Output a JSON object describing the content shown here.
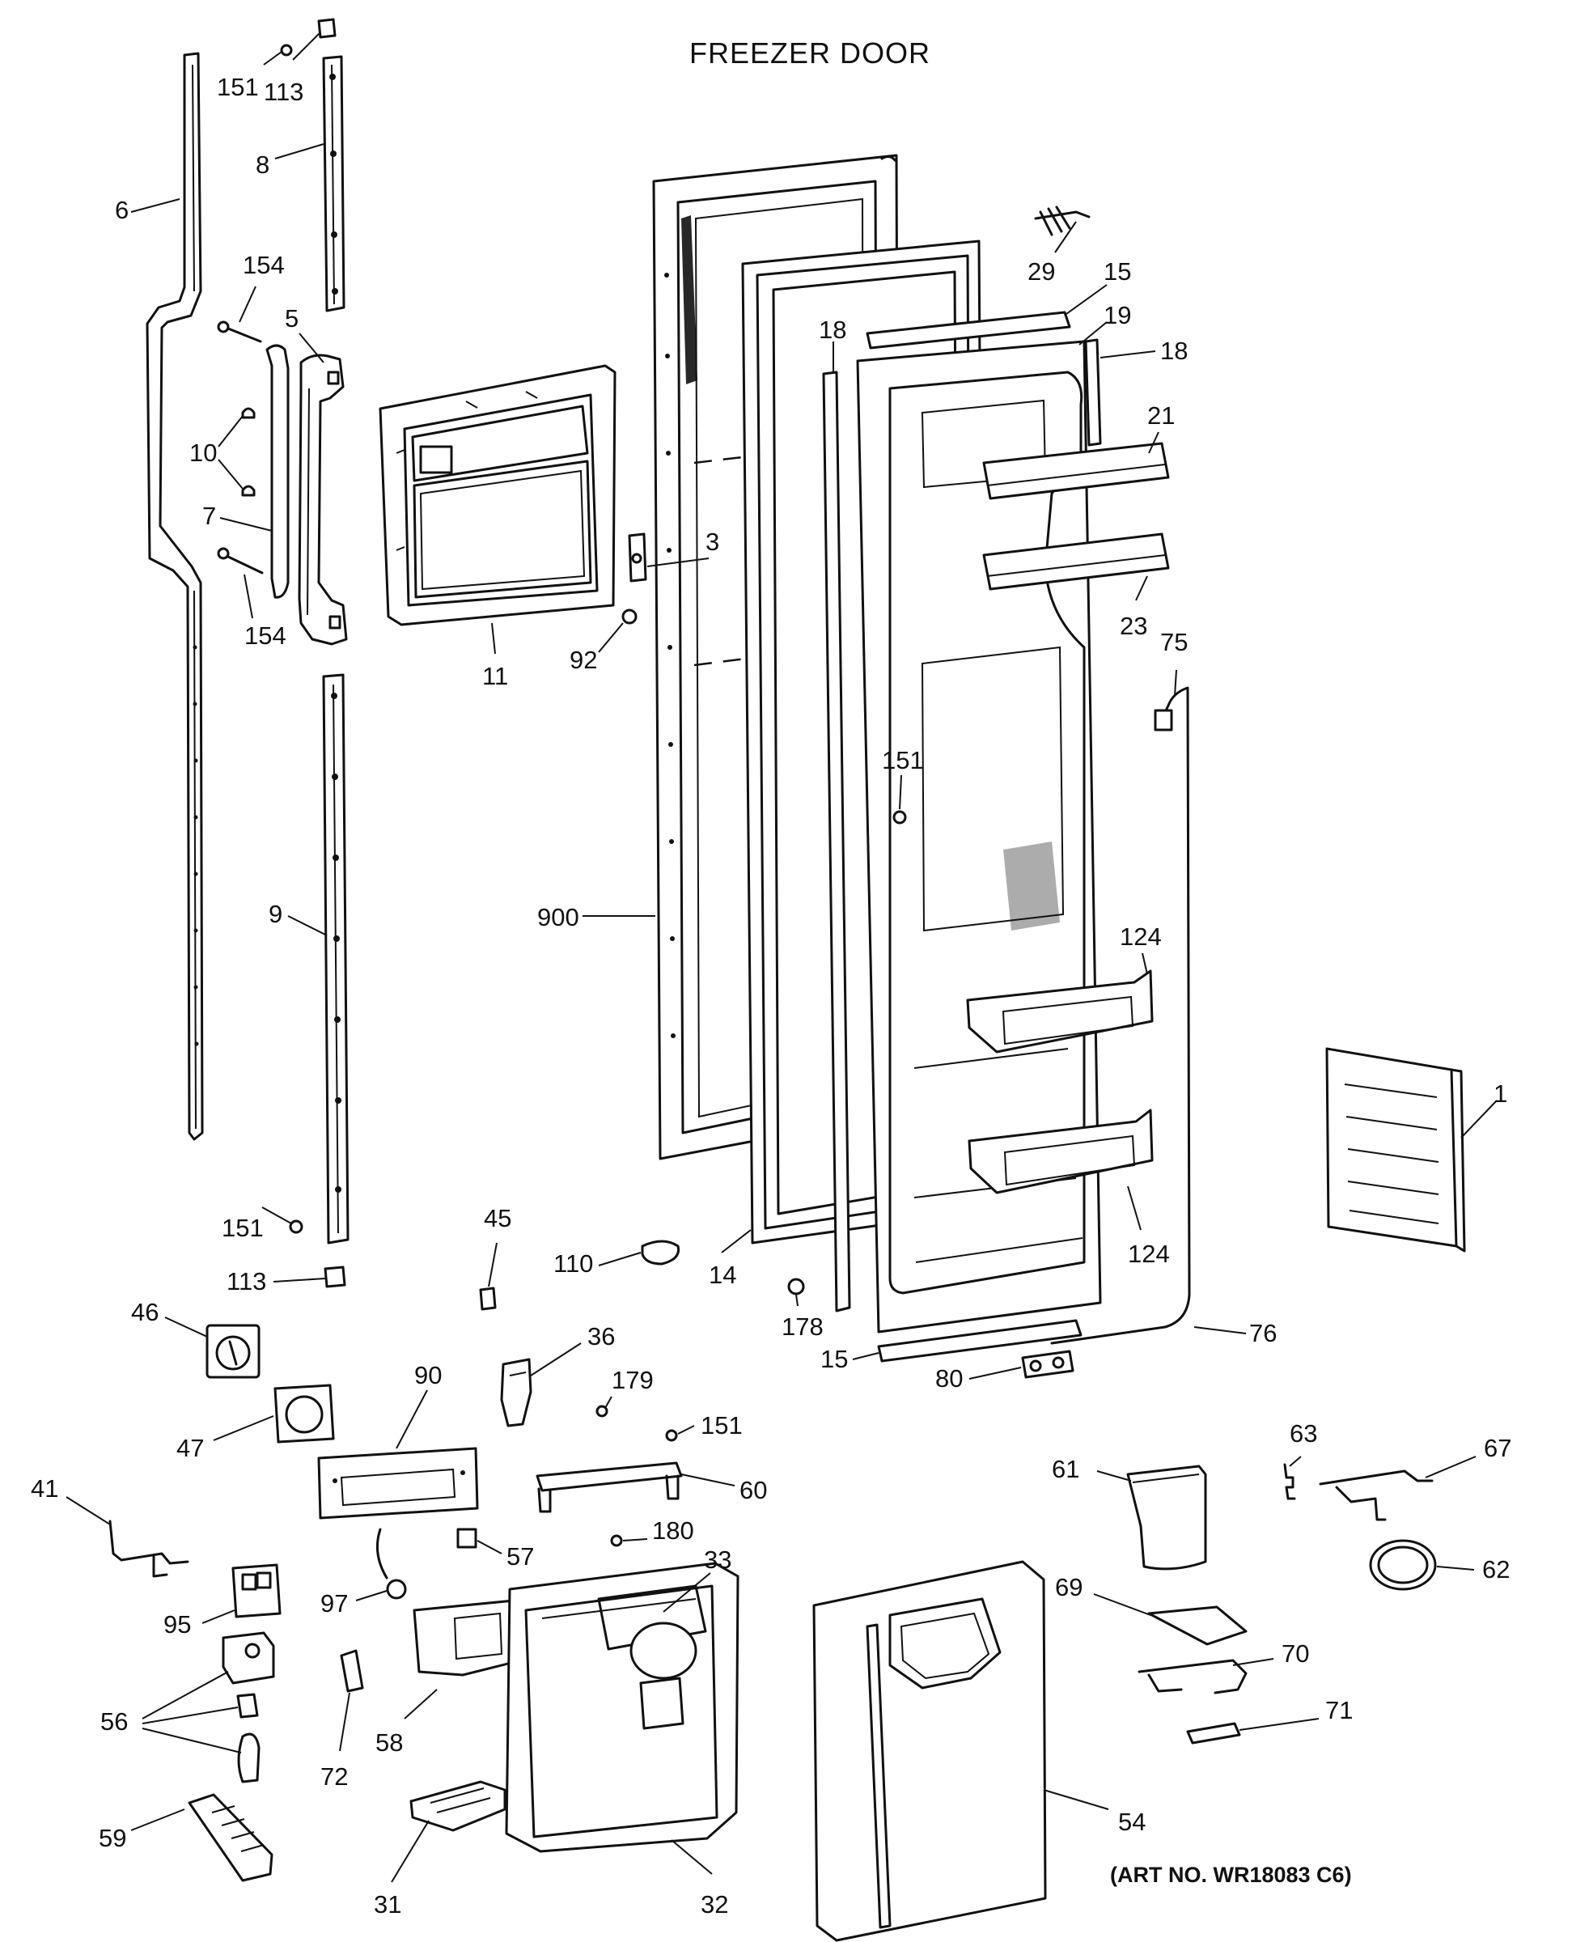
{
  "title": "FREEZER DOOR",
  "art_number": "(ART NO. WR18083 C6)",
  "callouts": [
    {
      "id": "c-151-top",
      "label": "151"
    },
    {
      "id": "c-113-top",
      "label": "113"
    },
    {
      "id": "c-8",
      "label": "8"
    },
    {
      "id": "c-6",
      "label": "6"
    },
    {
      "id": "c-154-top",
      "label": "154"
    },
    {
      "id": "c-5",
      "label": "5"
    },
    {
      "id": "c-10",
      "label": "10"
    },
    {
      "id": "c-7",
      "label": "7"
    },
    {
      "id": "c-154-bottom",
      "label": "154"
    },
    {
      "id": "c-11",
      "label": "11"
    },
    {
      "id": "c-3",
      "label": "3"
    },
    {
      "id": "c-92",
      "label": "92"
    },
    {
      "id": "c-9",
      "label": "9"
    },
    {
      "id": "c-900",
      "label": "900"
    },
    {
      "id": "c-29",
      "label": "29"
    },
    {
      "id": "c-15-top",
      "label": "15"
    },
    {
      "id": "c-19",
      "label": "19"
    },
    {
      "id": "c-18-right",
      "label": "18"
    },
    {
      "id": "c-18-left",
      "label": "18"
    },
    {
      "id": "c-21",
      "label": "21"
    },
    {
      "id": "c-23",
      "label": "23"
    },
    {
      "id": "c-75",
      "label": "75"
    },
    {
      "id": "c-151-mid",
      "label": "151"
    },
    {
      "id": "c-124-top",
      "label": "124"
    },
    {
      "id": "c-124-bottom",
      "label": "124"
    },
    {
      "id": "c-1",
      "label": "1"
    },
    {
      "id": "c-151-lower",
      "label": "151"
    },
    {
      "id": "c-113-lower",
      "label": "113"
    },
    {
      "id": "c-45",
      "label": "45"
    },
    {
      "id": "c-110",
      "label": "110"
    },
    {
      "id": "c-14",
      "label": "14"
    },
    {
      "id": "c-178",
      "label": "178"
    },
    {
      "id": "c-15-bottom",
      "label": "15"
    },
    {
      "id": "c-80",
      "label": "80"
    },
    {
      "id": "c-76",
      "label": "76"
    },
    {
      "id": "c-46",
      "label": "46"
    },
    {
      "id": "c-36",
      "label": "36"
    },
    {
      "id": "c-90",
      "label": "90"
    },
    {
      "id": "c-179",
      "label": "179"
    },
    {
      "id": "c-151-bottom",
      "label": "151"
    },
    {
      "id": "c-47",
      "label": "47"
    },
    {
      "id": "c-60",
      "label": "60"
    },
    {
      "id": "c-41",
      "label": "41"
    },
    {
      "id": "c-57",
      "label": "57"
    },
    {
      "id": "c-180",
      "label": "180"
    },
    {
      "id": "c-33",
      "label": "33"
    },
    {
      "id": "c-61",
      "label": "61"
    },
    {
      "id": "c-63",
      "label": "63"
    },
    {
      "id": "c-67",
      "label": "67"
    },
    {
      "id": "c-62",
      "label": "62"
    },
    {
      "id": "c-95",
      "label": "95"
    },
    {
      "id": "c-97",
      "label": "97"
    },
    {
      "id": "c-69",
      "label": "69"
    },
    {
      "id": "c-70",
      "label": "70"
    },
    {
      "id": "c-56",
      "label": "56"
    },
    {
      "id": "c-58",
      "label": "58"
    },
    {
      "id": "c-71",
      "label": "71"
    },
    {
      "id": "c-72",
      "label": "72"
    },
    {
      "id": "c-54",
      "label": "54"
    },
    {
      "id": "c-59",
      "label": "59"
    },
    {
      "id": "c-31",
      "label": "31"
    },
    {
      "id": "c-32",
      "label": "32"
    }
  ]
}
